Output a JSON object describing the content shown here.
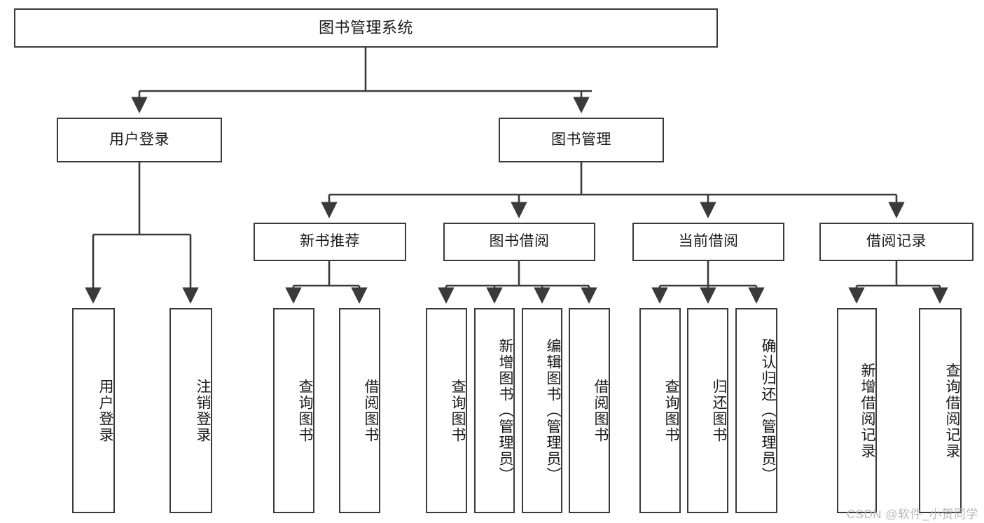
{
  "diagram": {
    "type": "hierarchy-tree",
    "title": "图书管理系统",
    "watermark": "CSDN @软件_小贺同学",
    "colors": {
      "stroke": "#3a3a3a",
      "fill": "#ffffff",
      "text": "#1a1a1a",
      "watermark": "#b9b9b9"
    },
    "levels": {
      "root": {
        "label": "图书管理系统"
      },
      "level2": [
        {
          "label": "用户登录"
        },
        {
          "label": "图书管理"
        }
      ],
      "level3": [
        {
          "label": "新书推荐"
        },
        {
          "label": "图书借阅"
        },
        {
          "label": "当前借阅"
        },
        {
          "label": "借阅记录"
        }
      ],
      "leaves": {
        "user_login": [
          {
            "label": "用户登录"
          },
          {
            "label": "注销登录"
          }
        ],
        "new_book": [
          {
            "label": "查询图书"
          },
          {
            "label": "借阅图书"
          }
        ],
        "book_borrow": [
          {
            "label": "查询图书"
          },
          {
            "label": "新增图书（管理员）"
          },
          {
            "label": "编辑图书（管理员）"
          },
          {
            "label": "借阅图书"
          }
        ],
        "current_borrow": [
          {
            "label": "查询图书"
          },
          {
            "label": "归还图书"
          },
          {
            "label": "确认归还（管理员）"
          }
        ],
        "borrow_record": [
          {
            "label": "新增借阅记录"
          },
          {
            "label": "查询借阅记录"
          }
        ]
      }
    }
  }
}
